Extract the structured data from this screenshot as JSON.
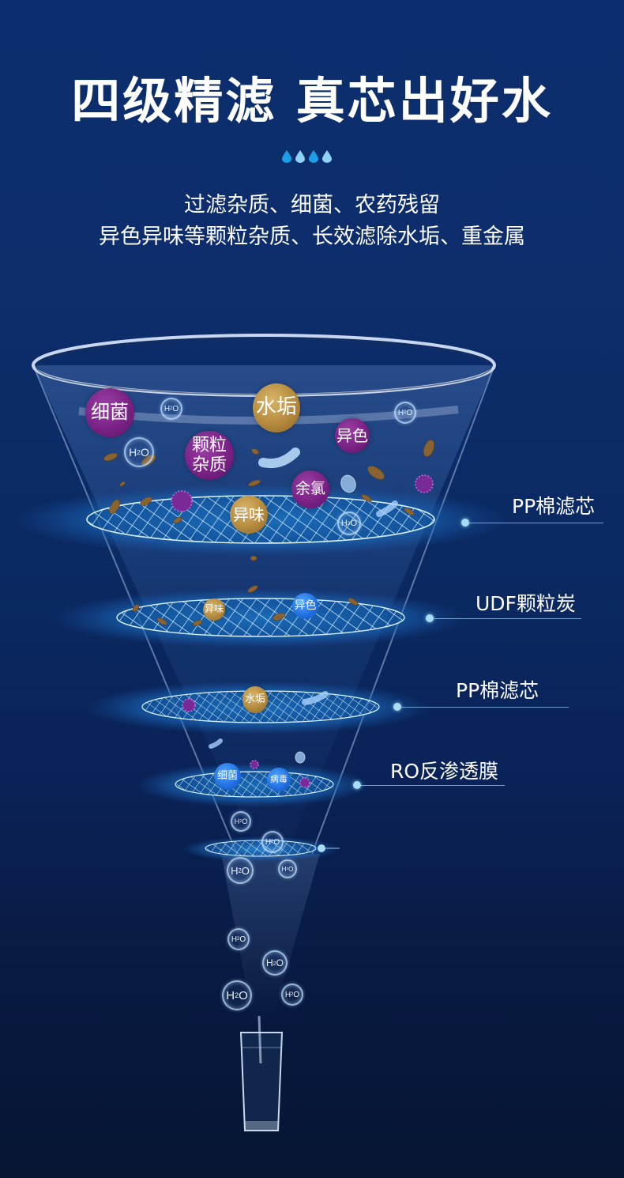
{
  "header": {
    "title": "四级精滤 真芯出好水",
    "drops": [
      {
        "icon": "water-drop-icon",
        "color": "#1a9fe8"
      },
      {
        "icon": "water-drop-icon",
        "color": "#8fd0f5"
      },
      {
        "icon": "water-drop-icon",
        "color": "#1a9fe8"
      },
      {
        "icon": "water-drop-icon",
        "color": "#8fd0f5"
      }
    ],
    "subtitle_lines": [
      "过滤杂质、细菌、农药残留",
      "异色异味等颗粒杂质、长效滤除水垢、重金属"
    ]
  },
  "colors": {
    "background_top": "#0d2e6e",
    "background_bottom": "#061532",
    "contaminant_purple": "#7a2286",
    "contaminant_gold": "#b48a3e",
    "contaminant_blue": "#1f6fe0",
    "filter_glow": "#1e7fd0",
    "leader_dot": "#a9dcf7"
  },
  "funnel": {
    "top_contaminants": [
      {
        "label": "细菌",
        "color": "purple"
      },
      {
        "label": "水垢",
        "color": "gold"
      },
      {
        "label": "异色",
        "color": "purple"
      },
      {
        "label": "颗粒杂质",
        "line1": "颗粒",
        "line2": "杂质",
        "color": "purple"
      },
      {
        "label": "余氯",
        "color": "purple"
      },
      {
        "label": "异味",
        "color": "gold"
      }
    ],
    "water_molecule_label": "H",
    "water_molecule_sub": "2",
    "water_molecule_tail": "O",
    "stages": [
      {
        "name": "PP棉滤芯",
        "contaminants": []
      },
      {
        "name": "UDF颗粒炭",
        "contaminants": [
          {
            "label": "异味",
            "color": "gold"
          },
          {
            "label": "异色",
            "color": "blue"
          }
        ]
      },
      {
        "name": "PP棉滤芯",
        "contaminants": [
          {
            "label": "水垢",
            "color": "gold"
          }
        ]
      },
      {
        "name": "RO反渗透膜",
        "contaminants": [
          {
            "label": "细菌",
            "color": "blue"
          },
          {
            "label": "病毒",
            "color": "blue"
          }
        ]
      }
    ]
  }
}
